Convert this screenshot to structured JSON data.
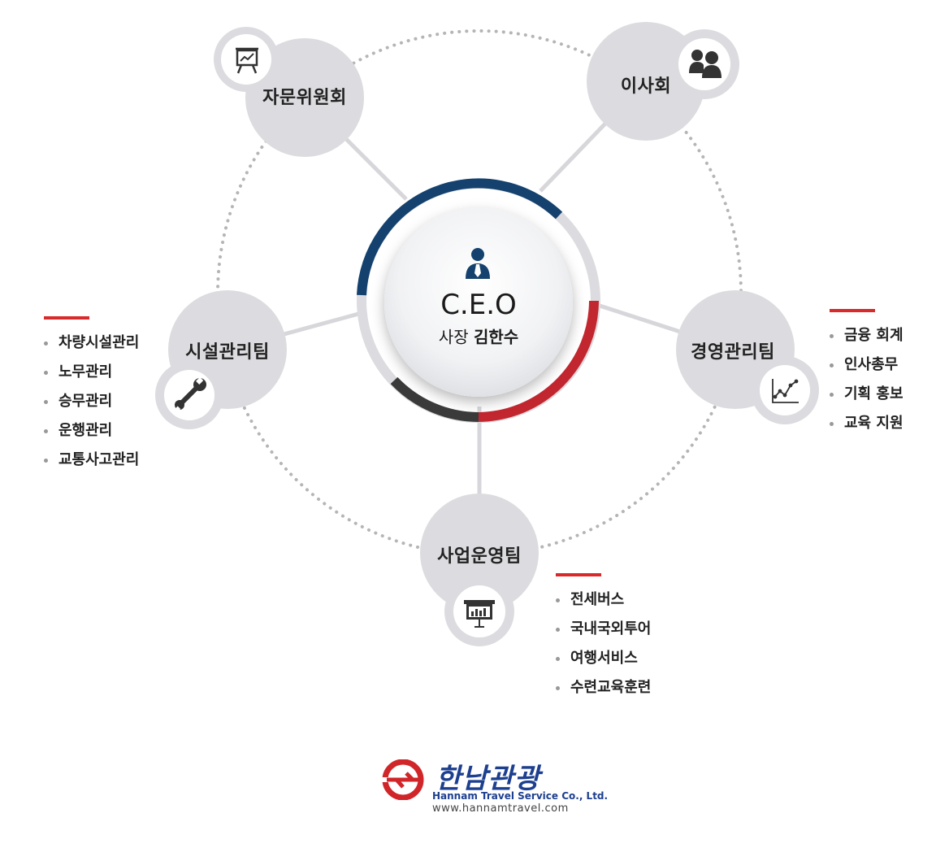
{
  "ceo": {
    "title": "C.E.O",
    "role": "사장",
    "name": "김한수"
  },
  "nodes": {
    "advisory": "자문위원회",
    "board": "이사회",
    "facility": "시설관리팀",
    "management": "경영관리팀",
    "operations": "사업운영팀"
  },
  "duties": {
    "facility": [
      "차량시설관리",
      "노무관리",
      "승무관리",
      "운행관리",
      "교통사고관리"
    ],
    "management": [
      "금융 회계",
      "인사총무",
      "기획 홍보",
      "교육 지원"
    ],
    "operations": [
      "전세버스",
      "국내국외투어",
      "여행서비스",
      "수련교육훈련"
    ]
  },
  "icons": {
    "ceo": "user-tie-icon",
    "advisory": "presentation-board-icon",
    "board": "users-icon",
    "facility": "wrench-icon",
    "management": "line-chart-icon",
    "operations": "bar-chart-board-icon"
  },
  "company": {
    "name_ko": "한남관광",
    "name_en": "Hannam Travel Service Co., Ltd.",
    "url": "www.hannamtravel.com"
  },
  "colors": {
    "node_fill": "#dcdce0",
    "ring_dots": "#b5b5b5",
    "arc_navy": "#14416e",
    "arc_red": "#c2262f",
    "arc_dark": "#3a3a3a",
    "accent_bar": "#d82a2a",
    "brand_blue": "#1d3f8f",
    "brand_red": "#d0262a"
  }
}
